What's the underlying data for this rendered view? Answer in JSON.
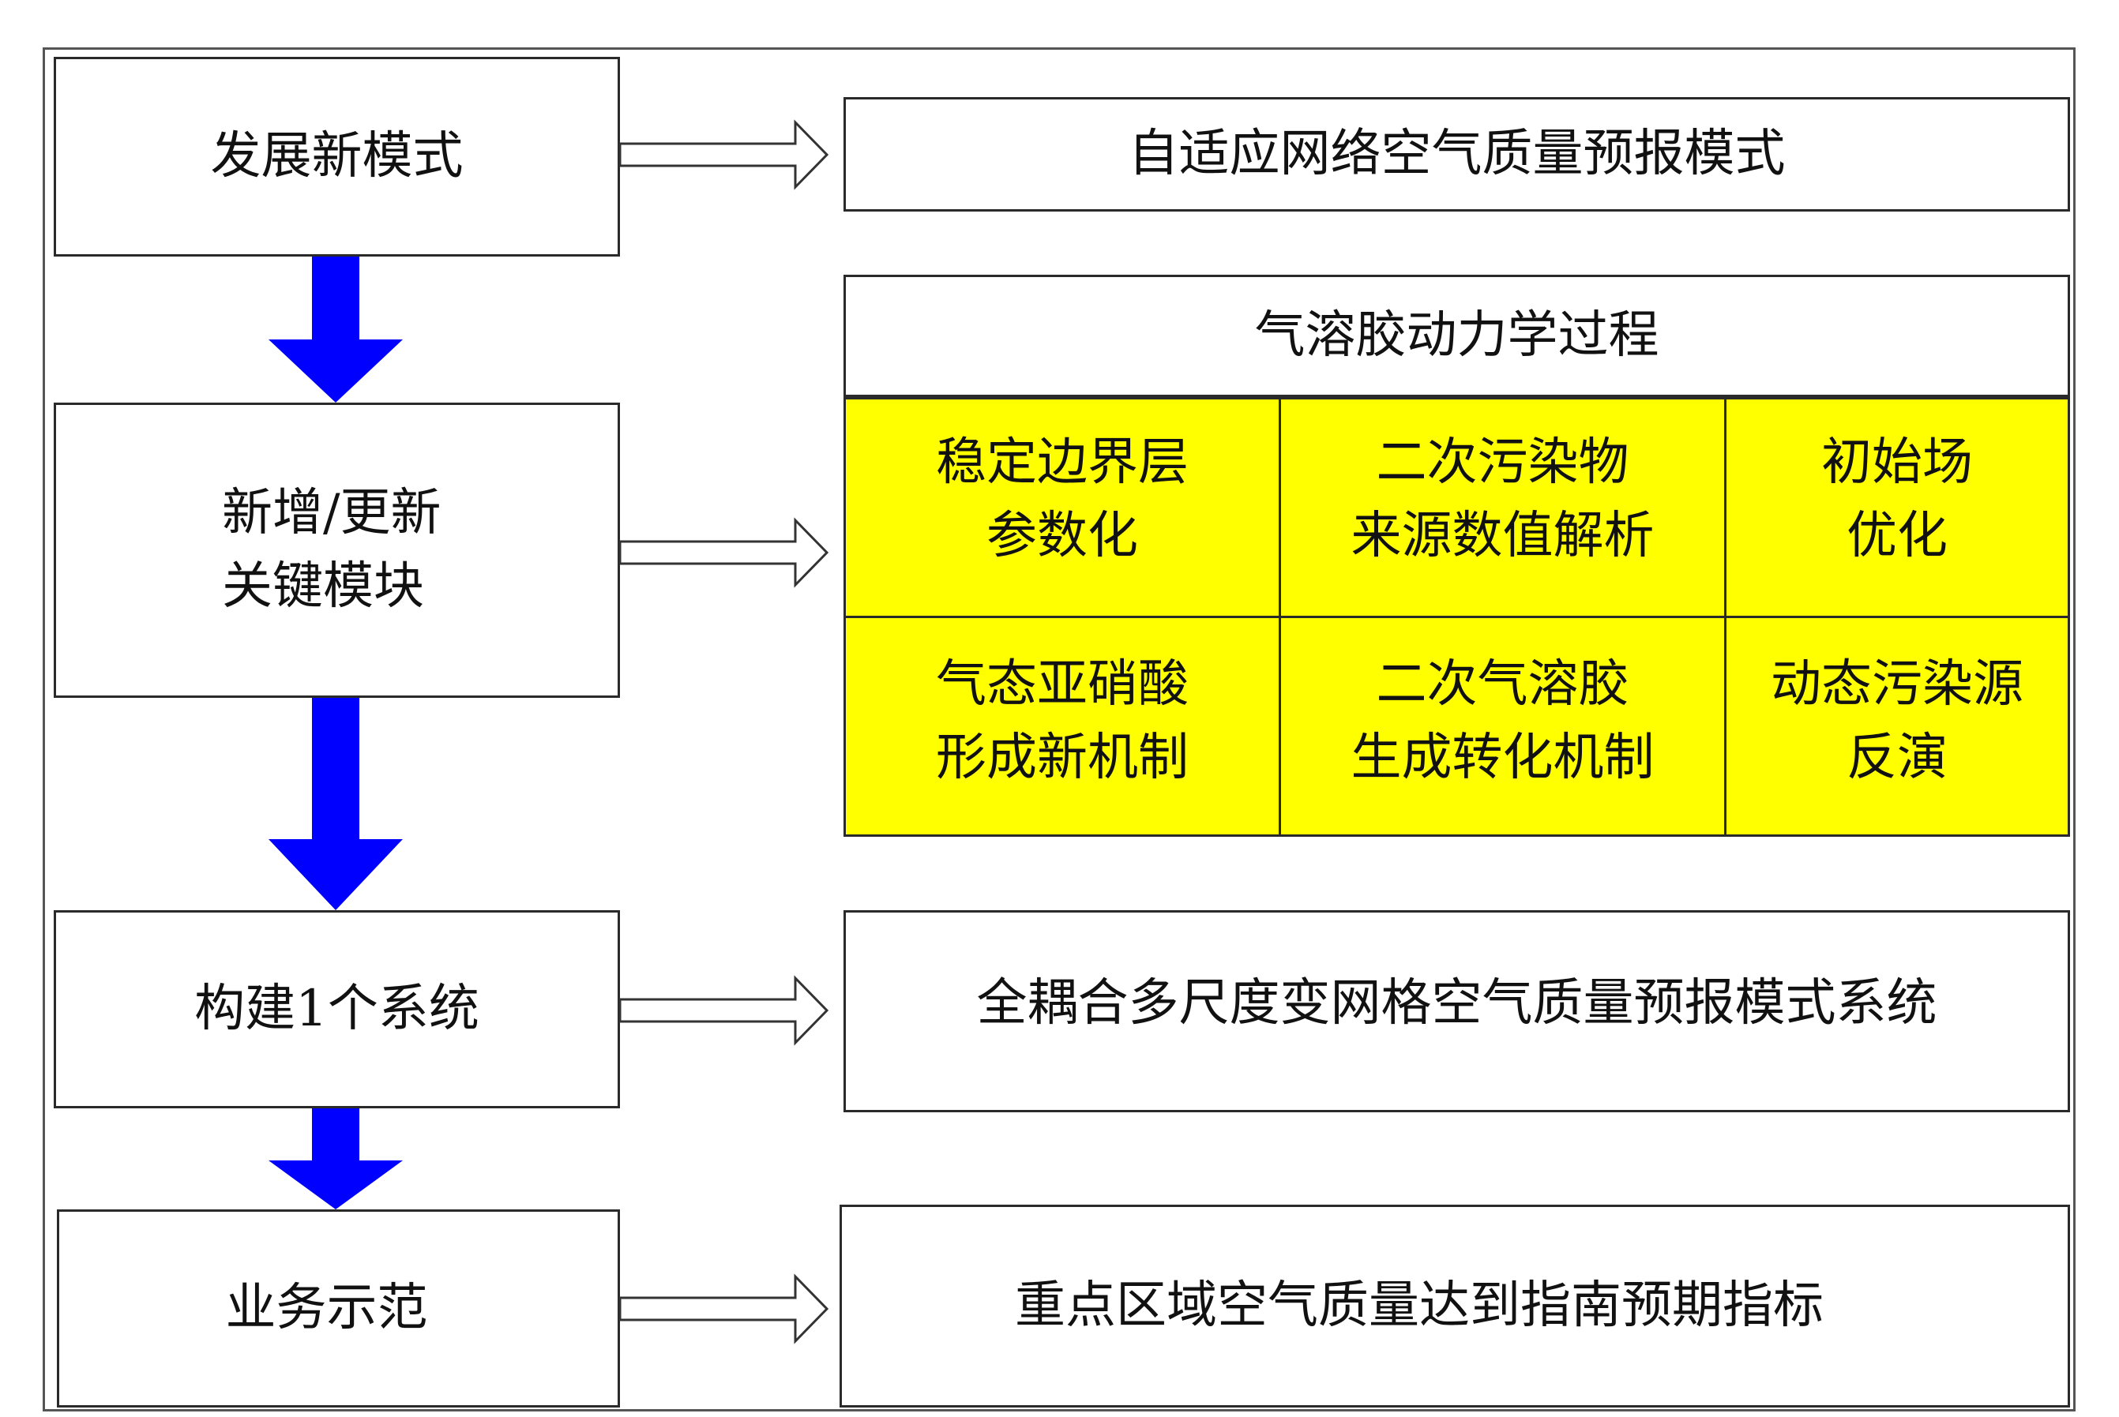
{
  "left_column": {
    "step1": "发展新模式",
    "step2_line1": "新增/更新",
    "step2_line2": "关键模块",
    "step3": "构建1个系统",
    "step4": "业务示范"
  },
  "right_column": {
    "result1": "自适应网络空气质量预报模式",
    "module_header": "气溶胶动力学过程",
    "modules": [
      {
        "line1": "稳定边界层",
        "line2": "参数化"
      },
      {
        "line1": "二次污染物",
        "line2": "来源数值解析"
      },
      {
        "line1": "初始场",
        "line2": "优化"
      },
      {
        "line1": "气态亚硝酸",
        "line2": "形成新机制"
      },
      {
        "line1": "二次气溶胶",
        "line2": "生成转化机制"
      },
      {
        "line1": "动态污染源",
        "line2": "反演"
      }
    ],
    "result3": "全耦合多尺度变网格空气质量预报模式系统",
    "result4": "重点区域空气质量达到指南预期指标"
  },
  "colors": {
    "down_arrow": "#0000ff",
    "module_fill": "#ffff00",
    "border": "#2a2a2a"
  },
  "icons": {
    "flow_arrow": "down-arrow-icon",
    "link_arrow": "hollow-right-arrow-icon"
  }
}
